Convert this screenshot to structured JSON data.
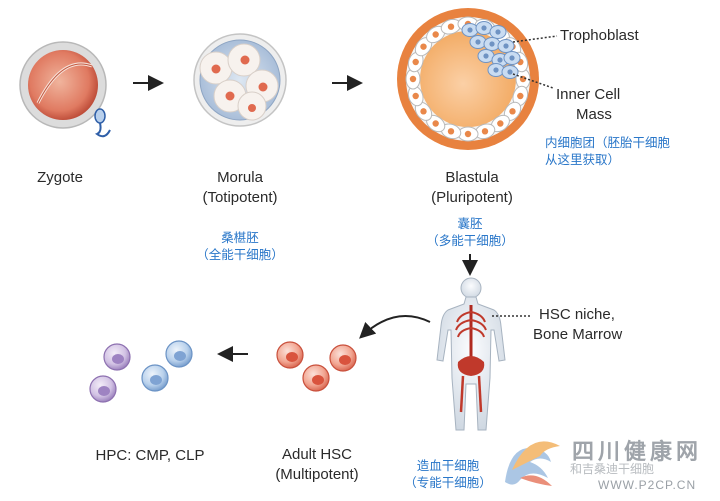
{
  "stages": {
    "zygote": {
      "name": "Zygote"
    },
    "morula": {
      "name": "Morula",
      "potency": "(Totipotent)",
      "cn_name": "桑椹胚",
      "cn_potency": "（全能干细胞）"
    },
    "blastula": {
      "name": "Blastula",
      "potency": "(Pluripotent)",
      "cn_name": "囊胚",
      "cn_potency": "（多能干细胞）"
    },
    "adult_hsc": {
      "name": "Adult HSC",
      "potency": "(Multipotent)",
      "cn_name": "造血干细胞",
      "cn_potency": "（专能干细胞）"
    },
    "hpc": {
      "name": "HPC: CMP, CLP"
    }
  },
  "blastula_parts": {
    "trophoblast": "Trophoblast",
    "inner_cell_line1": "Inner Cell",
    "inner_cell_line2": "Mass",
    "cn_line1": "内细胞团（胚胎干细胞",
    "cn_line2": "从这里获取）"
  },
  "niche": {
    "line1": "HSC niche,",
    "line2": "Bone Marrow"
  },
  "watermark": {
    "cn": "四川健康网",
    "small": "和吉桑迪干细胞",
    "url": "WWW.P2CP.CN"
  },
  "colors": {
    "cell_red": "#e05a4a",
    "cell_blue": "#7fa8d8",
    "cell_purple": "#a58ac4",
    "annotation_blue": "#2a77c9",
    "zona": "#d9d9d9"
  }
}
